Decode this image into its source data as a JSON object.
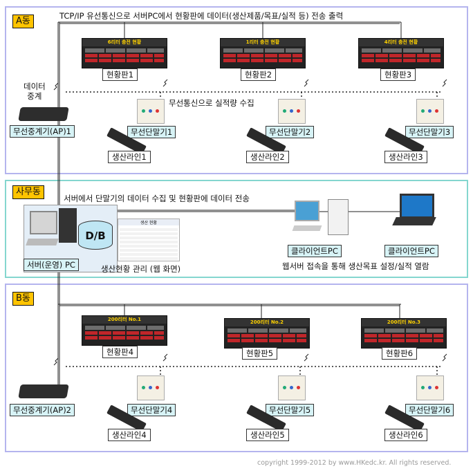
{
  "zone_a": {
    "tag": "A동",
    "header": "TCP/IP 유선통신으로 서버PC에서 현황판에 데이터(생산제품/목표/실적 등) 전송 출력",
    "wireless_text": "무선통신으로 실적량 수집",
    "relay_label": "데이터\n중계",
    "ap_label": "무선중계기(AP)1",
    "boards": [
      {
        "title": "6리터 충전 현황",
        "label": "현황판1"
      },
      {
        "title": "1리터 충전 현황",
        "label": "현황판2"
      },
      {
        "title": "4리터 충전 현황",
        "label": "현황판3"
      }
    ],
    "terminals": [
      "무선단말기1",
      "무선단말기2",
      "무선단말기3"
    ],
    "lines": [
      "생산라인1",
      "생산라인2",
      "생산라인3"
    ]
  },
  "office": {
    "tag": "사무동",
    "header": "서버에서 단말기의 데이터 수집 및 현황판에 데이터 전송",
    "db_label": "D/B",
    "server_label": "서버(운영) PC",
    "screen_title": "생산 현황",
    "screen_caption": "생산현황 관리 (웹 화면)",
    "client1_label": "클라이언트PC",
    "client2_label": "클라이언트PC",
    "client_caption": "웹서버 접속을 통해 생산목표 설정/실적 열람"
  },
  "zone_b": {
    "tag": "B동",
    "ap_label": "무선중계기(AP)2",
    "boards": [
      {
        "title": "200리터 No.1",
        "label": "현황판4"
      },
      {
        "title": "200리터 No.2",
        "label": "현황판5"
      },
      {
        "title": "200리터 No.3",
        "label": "현황판6"
      }
    ],
    "terminals": [
      "무선단말기4",
      "무선단말기5",
      "무선단말기6"
    ],
    "lines": [
      "생산라인4",
      "생산라인5",
      "생산라인6"
    ]
  },
  "copyright": "copyright 1999-2012 by www.HKedc.kr. All rights reserved.",
  "colors": {
    "zone_a_border": "#9a9ae6",
    "office_border": "#7ccfc9",
    "zone_b_border": "#9a9ae6",
    "tag_bg": "#ffc400",
    "label_bg": "#d7f3f6"
  }
}
